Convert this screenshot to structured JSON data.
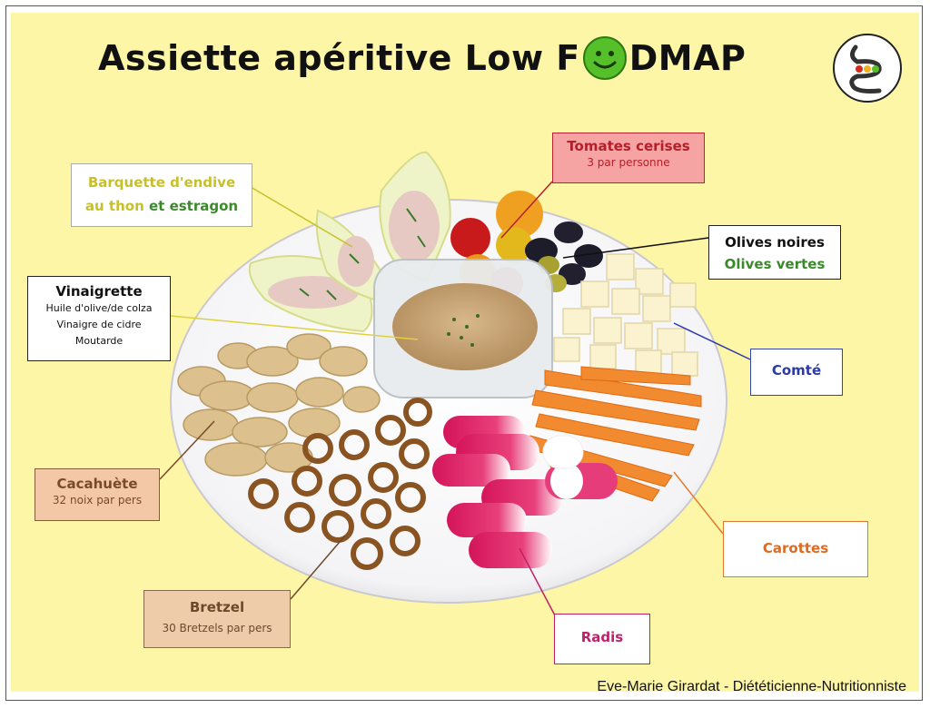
{
  "title": {
    "before": "Assiette apéritive Low F",
    "after": "DMAP"
  },
  "labels": {
    "endive_line1": "Barquette d'endive",
    "endive_line2_a": "au thon",
    "endive_line2_b": "et estragon",
    "tomates_title": "Tomates cerises",
    "tomates_sub": "3 par personne",
    "olives_noires": "Olives noires",
    "olives_vertes": "Olives vertes",
    "vinaigrette_title": "Vinaigrette",
    "vinaigrette_l1": "Huile d'olive/de colza",
    "vinaigrette_l2": "Vinaigre de cidre",
    "vinaigrette_l3": "Moutarde",
    "comte": "Comté",
    "cacahuete_title": "Cacahuète",
    "cacahuete_sub": "32 noix par pers",
    "carottes": "Carottes",
    "bretzel_title": "Bretzel",
    "bretzel_sub": "30 Bretzels par pers",
    "radis": "Radis"
  },
  "credit": "Eve-Marie Girardat - Diététicienne-Nutritionniste",
  "icons": [
    "smiley-icon",
    "gut-traffic-light-icon"
  ],
  "colors": {
    "background": "#fdf6a6",
    "smiley": "#55c02a",
    "tomates_box": "#f5a3a3",
    "cacahuete_box": "#f2c8a6",
    "bretzel_box": "#eeccaa"
  }
}
